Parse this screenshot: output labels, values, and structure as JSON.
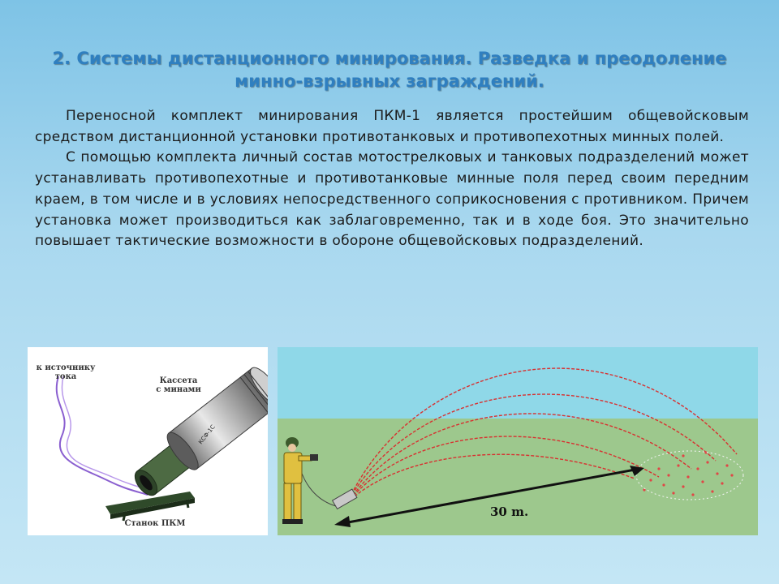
{
  "slide": {
    "title_line1": "2. Системы дистанционного минирования. Разведка и преодоление",
    "title_line2": "минно-взрывных заграждений.",
    "paragraphs": [
      "Переносной комплект минирования ПКМ-1 является простейшим общевойсковым средством дистанционной установки противотанковых и противопехотных минных полей.",
      "С помощью комплекта личный состав мотострелковых и танковых подразделений может устанавливать противопехотные и противотанковые минные поля перед своим передним краем, в том числе и в условиях непосредственного соприкосновения с противником. Причем установка может производиться как заблаговременно, так и в ходе боя. Это значительно повышает тактические возможности в обороне общевойсковых подразделений."
    ]
  },
  "figure_left": {
    "label_power_line1": "к источнику",
    "label_power_line2": "тока",
    "label_cassette_line1": "Кассета",
    "label_cassette_line2": "с минами",
    "cassette_marking": "КСФ-1С",
    "label_stand": "Станок ПКМ"
  },
  "figure_right": {
    "distance_label": "30 m."
  },
  "colors": {
    "title": "#2f7fc0",
    "sky": "#8fd8e8",
    "ground": "#9dc88d",
    "trajectory": "#d83030"
  }
}
